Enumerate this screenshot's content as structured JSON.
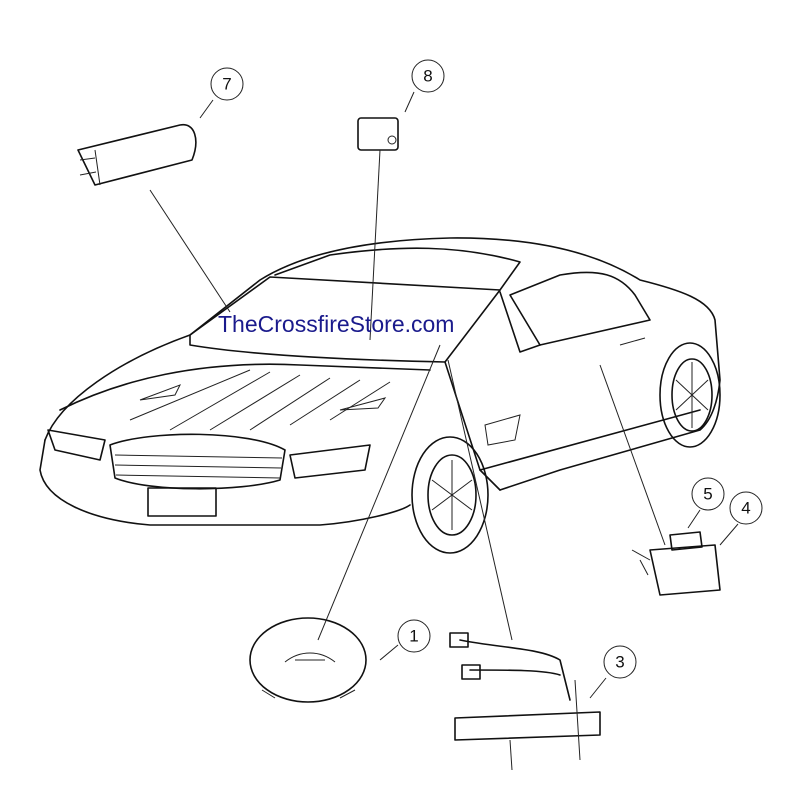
{
  "watermark": "TheCrossfireStore.com",
  "callouts": [
    {
      "id": "7",
      "label": "7"
    },
    {
      "id": "8",
      "label": "8"
    },
    {
      "id": "1",
      "label": "1"
    },
    {
      "id": "3",
      "label": "3"
    },
    {
      "id": "5",
      "label": "5"
    },
    {
      "id": "4",
      "label": "4"
    }
  ]
}
